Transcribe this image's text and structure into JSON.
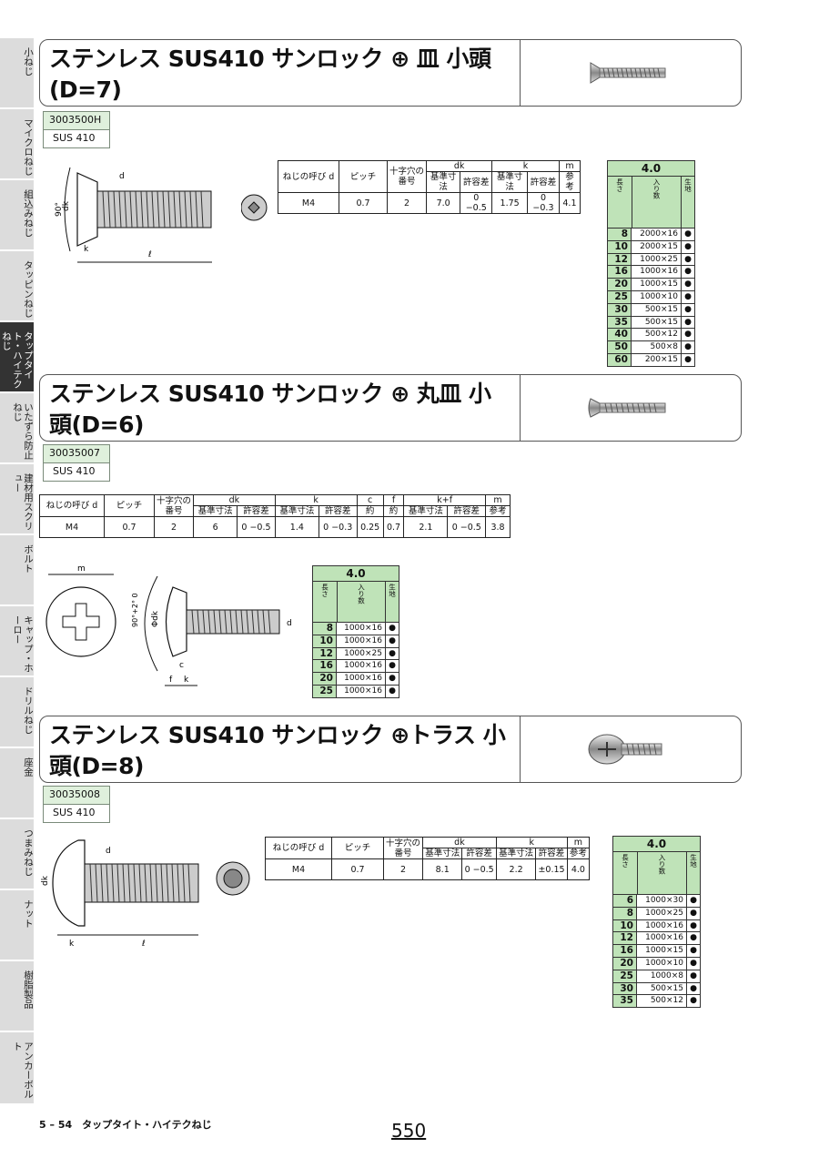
{
  "sidebar": {
    "tabs": [
      {
        "label": "小ねじ",
        "active": false
      },
      {
        "label": "マイクロねじ",
        "active": false
      },
      {
        "label": "組込みねじ",
        "active": false
      },
      {
        "label": "タッピンねじ",
        "active": false
      },
      {
        "label": "タップタイト・ハイテクねじ",
        "active": true
      },
      {
        "label": "いたずら防止ねじ",
        "active": false
      },
      {
        "label": "建材用スクリュー",
        "active": false
      },
      {
        "label": "ボルト",
        "active": false
      },
      {
        "label": "キャップ・ホーロー",
        "active": false
      },
      {
        "label": "ドリルねじ",
        "active": false
      },
      {
        "label": "座金",
        "active": false
      },
      {
        "label": "つまみねじ",
        "active": false
      },
      {
        "label": "ナット",
        "active": false
      },
      {
        "label": "樹脂製品",
        "active": false
      },
      {
        "label": "アンカーボルト",
        "active": false
      }
    ]
  },
  "sections": [
    {
      "title": "ステンレス SUS410 サンロック ⊕ 皿 小頭(D=7)",
      "code": "3003500H",
      "material": "SUS 410",
      "spec": {
        "nominal": "M4",
        "pitch": "0.7",
        "cross": "2",
        "dk_base": "7.0",
        "dk_tol": "0 −0.5",
        "k_base": "1.75",
        "k_tol": "0 −0.3",
        "m_ref": "4.1"
      },
      "qty": {
        "size": "4.0",
        "rows": [
          {
            "len": "8",
            "pack": "2000×16"
          },
          {
            "len": "10",
            "pack": "2000×15"
          },
          {
            "len": "12",
            "pack": "1000×25"
          },
          {
            "len": "16",
            "pack": "1000×16"
          },
          {
            "len": "20",
            "pack": "1000×15"
          },
          {
            "len": "25",
            "pack": "1000×10"
          },
          {
            "len": "30",
            "pack": "500×15"
          },
          {
            "len": "35",
            "pack": "500×15"
          },
          {
            "len": "40",
            "pack": "500×12"
          },
          {
            "len": "50",
            "pack": "500×8"
          },
          {
            "len": "60",
            "pack": "200×15"
          }
        ]
      }
    },
    {
      "title": "ステンレス SUS410 サンロック ⊕ 丸皿 小頭(D=6)",
      "code": "30035007",
      "material": "SUS 410",
      "spec": {
        "nominal": "M4",
        "pitch": "0.7",
        "cross": "2",
        "dk_base": "6",
        "dk_tol": "0 −0.5",
        "k_base": "1.4",
        "k_tol": "0 −0.3",
        "c": "0.25",
        "f": "0.7",
        "kf_base": "2.1",
        "kf_tol": "0 −0.5",
        "m_ref": "3.8"
      },
      "qty": {
        "size": "4.0",
        "rows": [
          {
            "len": "8",
            "pack": "1000×16"
          },
          {
            "len": "10",
            "pack": "1000×16"
          },
          {
            "len": "12",
            "pack": "1000×25"
          },
          {
            "len": "16",
            "pack": "1000×16"
          },
          {
            "len": "20",
            "pack": "1000×16"
          },
          {
            "len": "25",
            "pack": "1000×16"
          }
        ]
      }
    },
    {
      "title": "ステンレス SUS410 サンロック ⊕トラス 小頭(D=8)",
      "code": "30035008",
      "material": "SUS 410",
      "spec": {
        "nominal": "M4",
        "pitch": "0.7",
        "cross": "2",
        "dk_base": "8.1",
        "dk_tol": "0 −0.5",
        "k_base": "2.2",
        "k_tol": "±0.15",
        "m_ref": "4.0"
      },
      "qty": {
        "size": "4.0",
        "rows": [
          {
            "len": "6",
            "pack": "1000×30"
          },
          {
            "len": "8",
            "pack": "1000×25"
          },
          {
            "len": "10",
            "pack": "1000×16"
          },
          {
            "len": "12",
            "pack": "1000×16"
          },
          {
            "len": "16",
            "pack": "1000×15"
          },
          {
            "len": "20",
            "pack": "1000×10"
          },
          {
            "len": "25",
            "pack": "1000×8"
          },
          {
            "len": "30",
            "pack": "500×15"
          },
          {
            "len": "35",
            "pack": "500×12"
          }
        ]
      }
    }
  ],
  "headers": {
    "nominal": "ねじの呼び d",
    "pitch": "ピッチ",
    "cross": "十字穴の番号",
    "dk": "dk",
    "k": "k",
    "m": "m",
    "c": "c",
    "f": "f",
    "kf": "k+f",
    "base": "基準寸法",
    "tol": "許容差",
    "ref": "参考",
    "approx": "約",
    "qty_len": "長さ",
    "qty_pack": "入り数",
    "qty_mat": "生地",
    "dot": "●"
  },
  "labels": {
    "d": "d",
    "dk": "dk",
    "k": "k",
    "l": "ℓ",
    "m": "m",
    "phidk": "Φdk",
    "c": "c",
    "f": "f",
    "angle": "90°",
    "angle2": "90°+2° 0"
  },
  "footer": {
    "section": "5 – 54　タップタイト・ハイテクねじ",
    "page": "550"
  }
}
